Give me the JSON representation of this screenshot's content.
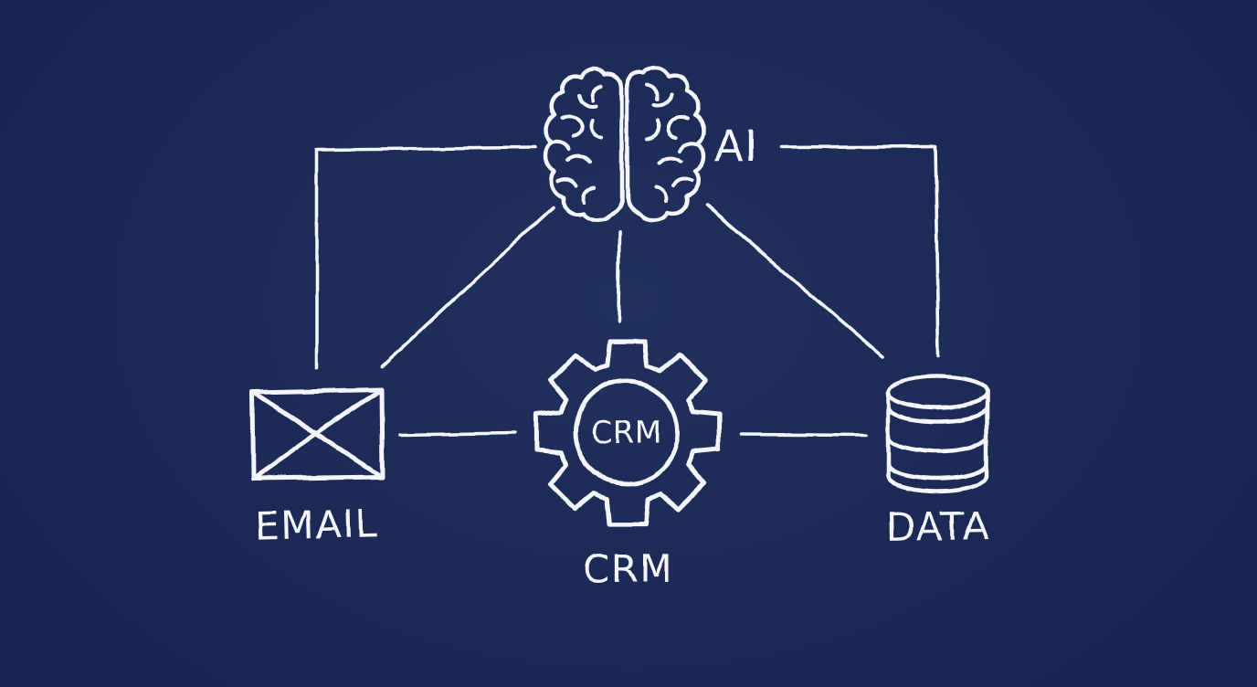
{
  "diagram": {
    "background_color": "#1b2854",
    "vignette_color": "#0e1a3c",
    "line_color": "#f3f5fb",
    "style": "hand-drawn whiteboard sketch",
    "nodes": [
      {
        "id": "ai",
        "label": "AI",
        "icon": "brain-icon",
        "position": "top-center"
      },
      {
        "id": "email",
        "label": "EMAIL",
        "icon": "envelope-icon",
        "position": "bottom-left"
      },
      {
        "id": "crm",
        "label": "CRM",
        "icon": "gear-icon",
        "icon_text": "CRM",
        "position": "bottom-center"
      },
      {
        "id": "data",
        "label": "DATA",
        "icon": "database-icon",
        "position": "bottom-right"
      }
    ],
    "connections": [
      {
        "from": "email",
        "to": "ai",
        "style": "elbow-left"
      },
      {
        "from": "ai",
        "to": "data",
        "style": "elbow-right"
      },
      {
        "from": "ai",
        "to": "email",
        "style": "diagonal"
      },
      {
        "from": "ai",
        "to": "data",
        "style": "diagonal"
      },
      {
        "from": "ai",
        "to": "crm",
        "style": "vertical"
      },
      {
        "from": "email",
        "to": "crm",
        "style": "horizontal"
      },
      {
        "from": "crm",
        "to": "data",
        "style": "horizontal"
      }
    ]
  }
}
